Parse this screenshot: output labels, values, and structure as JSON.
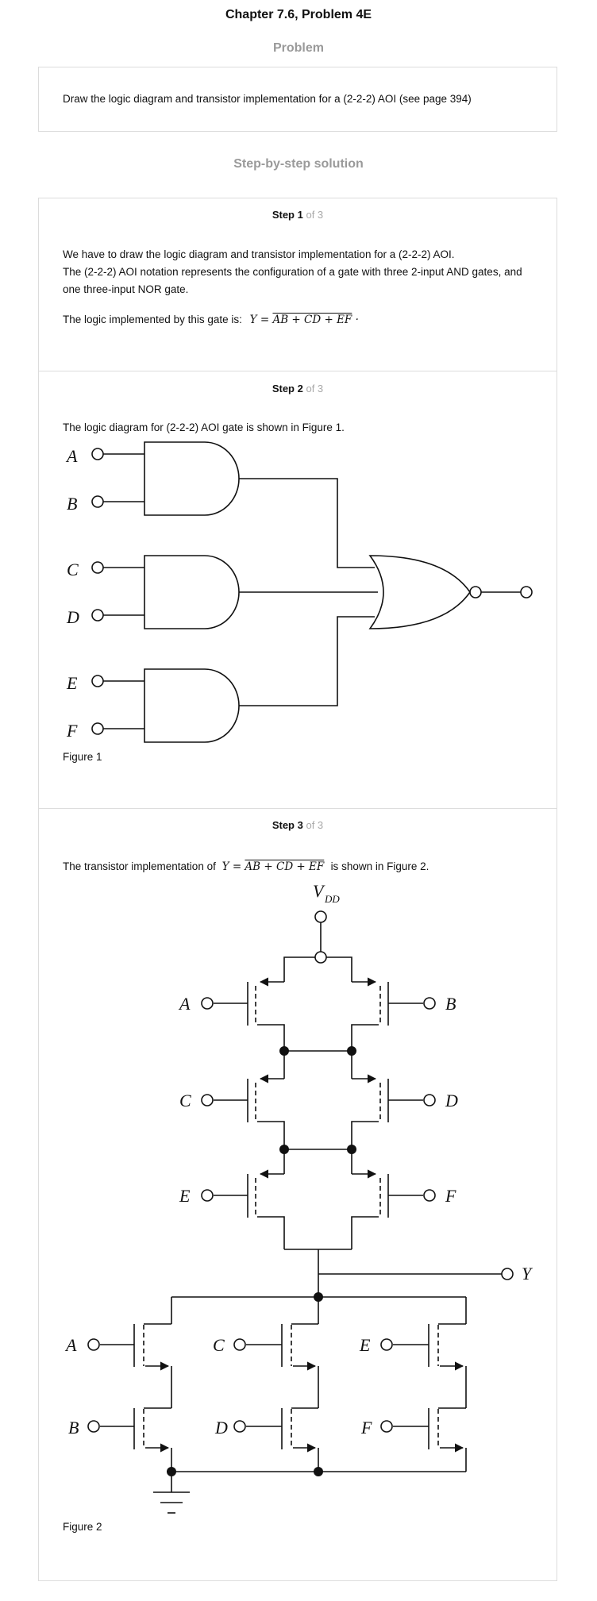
{
  "title": "Chapter 7.6, Problem 4E",
  "problem_heading": "Problem",
  "problem_text": "Draw the logic diagram and transistor implementation for a (2-2-2) AOI (see page 394)",
  "solution_heading": "Step-by-step solution",
  "steps": [
    {
      "label": "Step 1",
      "of": "of 3",
      "p1": "We have to draw the logic diagram and transistor implementation for a (2-2-2) AOI.",
      "p2": "The (2-2-2) AOI notation represents the configuration of a gate with three 2-input AND gates, and one three-input NOR gate.",
      "p3": "The logic implemented by this gate is:",
      "eq_lhs": "Y =",
      "eq_rhs": "AB + CD + EF",
      "eq_end": "·"
    },
    {
      "label": "Step 2",
      "of": "of 3",
      "p1": "The logic diagram for (2-2-2) AOI gate is shown in Figure 1.",
      "caption": "Figure 1"
    },
    {
      "label": "Step 3",
      "of": "of 3",
      "p1_pre": "The transistor implementation of",
      "eq_lhs": "Y =",
      "eq_rhs": "AB + CD + EF",
      "p1_post": "is shown in Figure 2.",
      "caption": "Figure 2"
    }
  ],
  "figure1": {
    "inputs": [
      "A",
      "B",
      "C",
      "D",
      "E",
      "F"
    ]
  },
  "figure2": {
    "vdd": "V",
    "vdd_sub": "DD",
    "output": "Y",
    "pmos_left": [
      "A",
      "C",
      "E"
    ],
    "pmos_right": [
      "B",
      "D",
      "F"
    ],
    "nmos_top": [
      "A",
      "C",
      "E"
    ],
    "nmos_bottom": [
      "B",
      "D",
      "F"
    ]
  }
}
